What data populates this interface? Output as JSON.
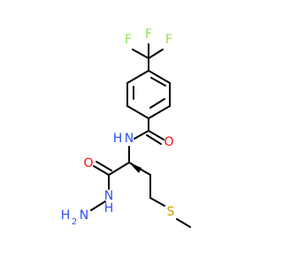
{
  "colors": {
    "bond": "#000000",
    "carbon": "#000000",
    "nitrogen": "#3050F8",
    "oxygen": "#FF0D0D",
    "fluorine": "#90E050",
    "sulfur": "#C8A000",
    "background": "#ffffff"
  },
  "atoms": {
    "f1": {
      "symbol": "F",
      "element": "fluorine"
    },
    "f2": {
      "symbol": "F",
      "element": "fluorine"
    },
    "f3": {
      "symbol": "F",
      "element": "fluorine"
    },
    "o_amide": {
      "symbol": "O",
      "element": "oxygen"
    },
    "n_amide": {
      "symbol": "N",
      "element": "nitrogen"
    },
    "h_amide": {
      "symbol": "H",
      "element": "nitrogen"
    },
    "o_hydrazide": {
      "symbol": "O",
      "element": "oxygen"
    },
    "n_hydrazide_1": {
      "symbol": "N",
      "element": "nitrogen"
    },
    "n_hydrazide_2": {
      "symbol": "N",
      "element": "nitrogen"
    },
    "h_n1": {
      "symbol": "H",
      "element": "nitrogen"
    },
    "h2n": {
      "symbol": "H",
      "element": "nitrogen"
    },
    "h2n_sub": {
      "symbol": "2",
      "element": "nitrogen"
    },
    "s_thioether": {
      "symbol": "S",
      "element": "sulfur"
    }
  }
}
